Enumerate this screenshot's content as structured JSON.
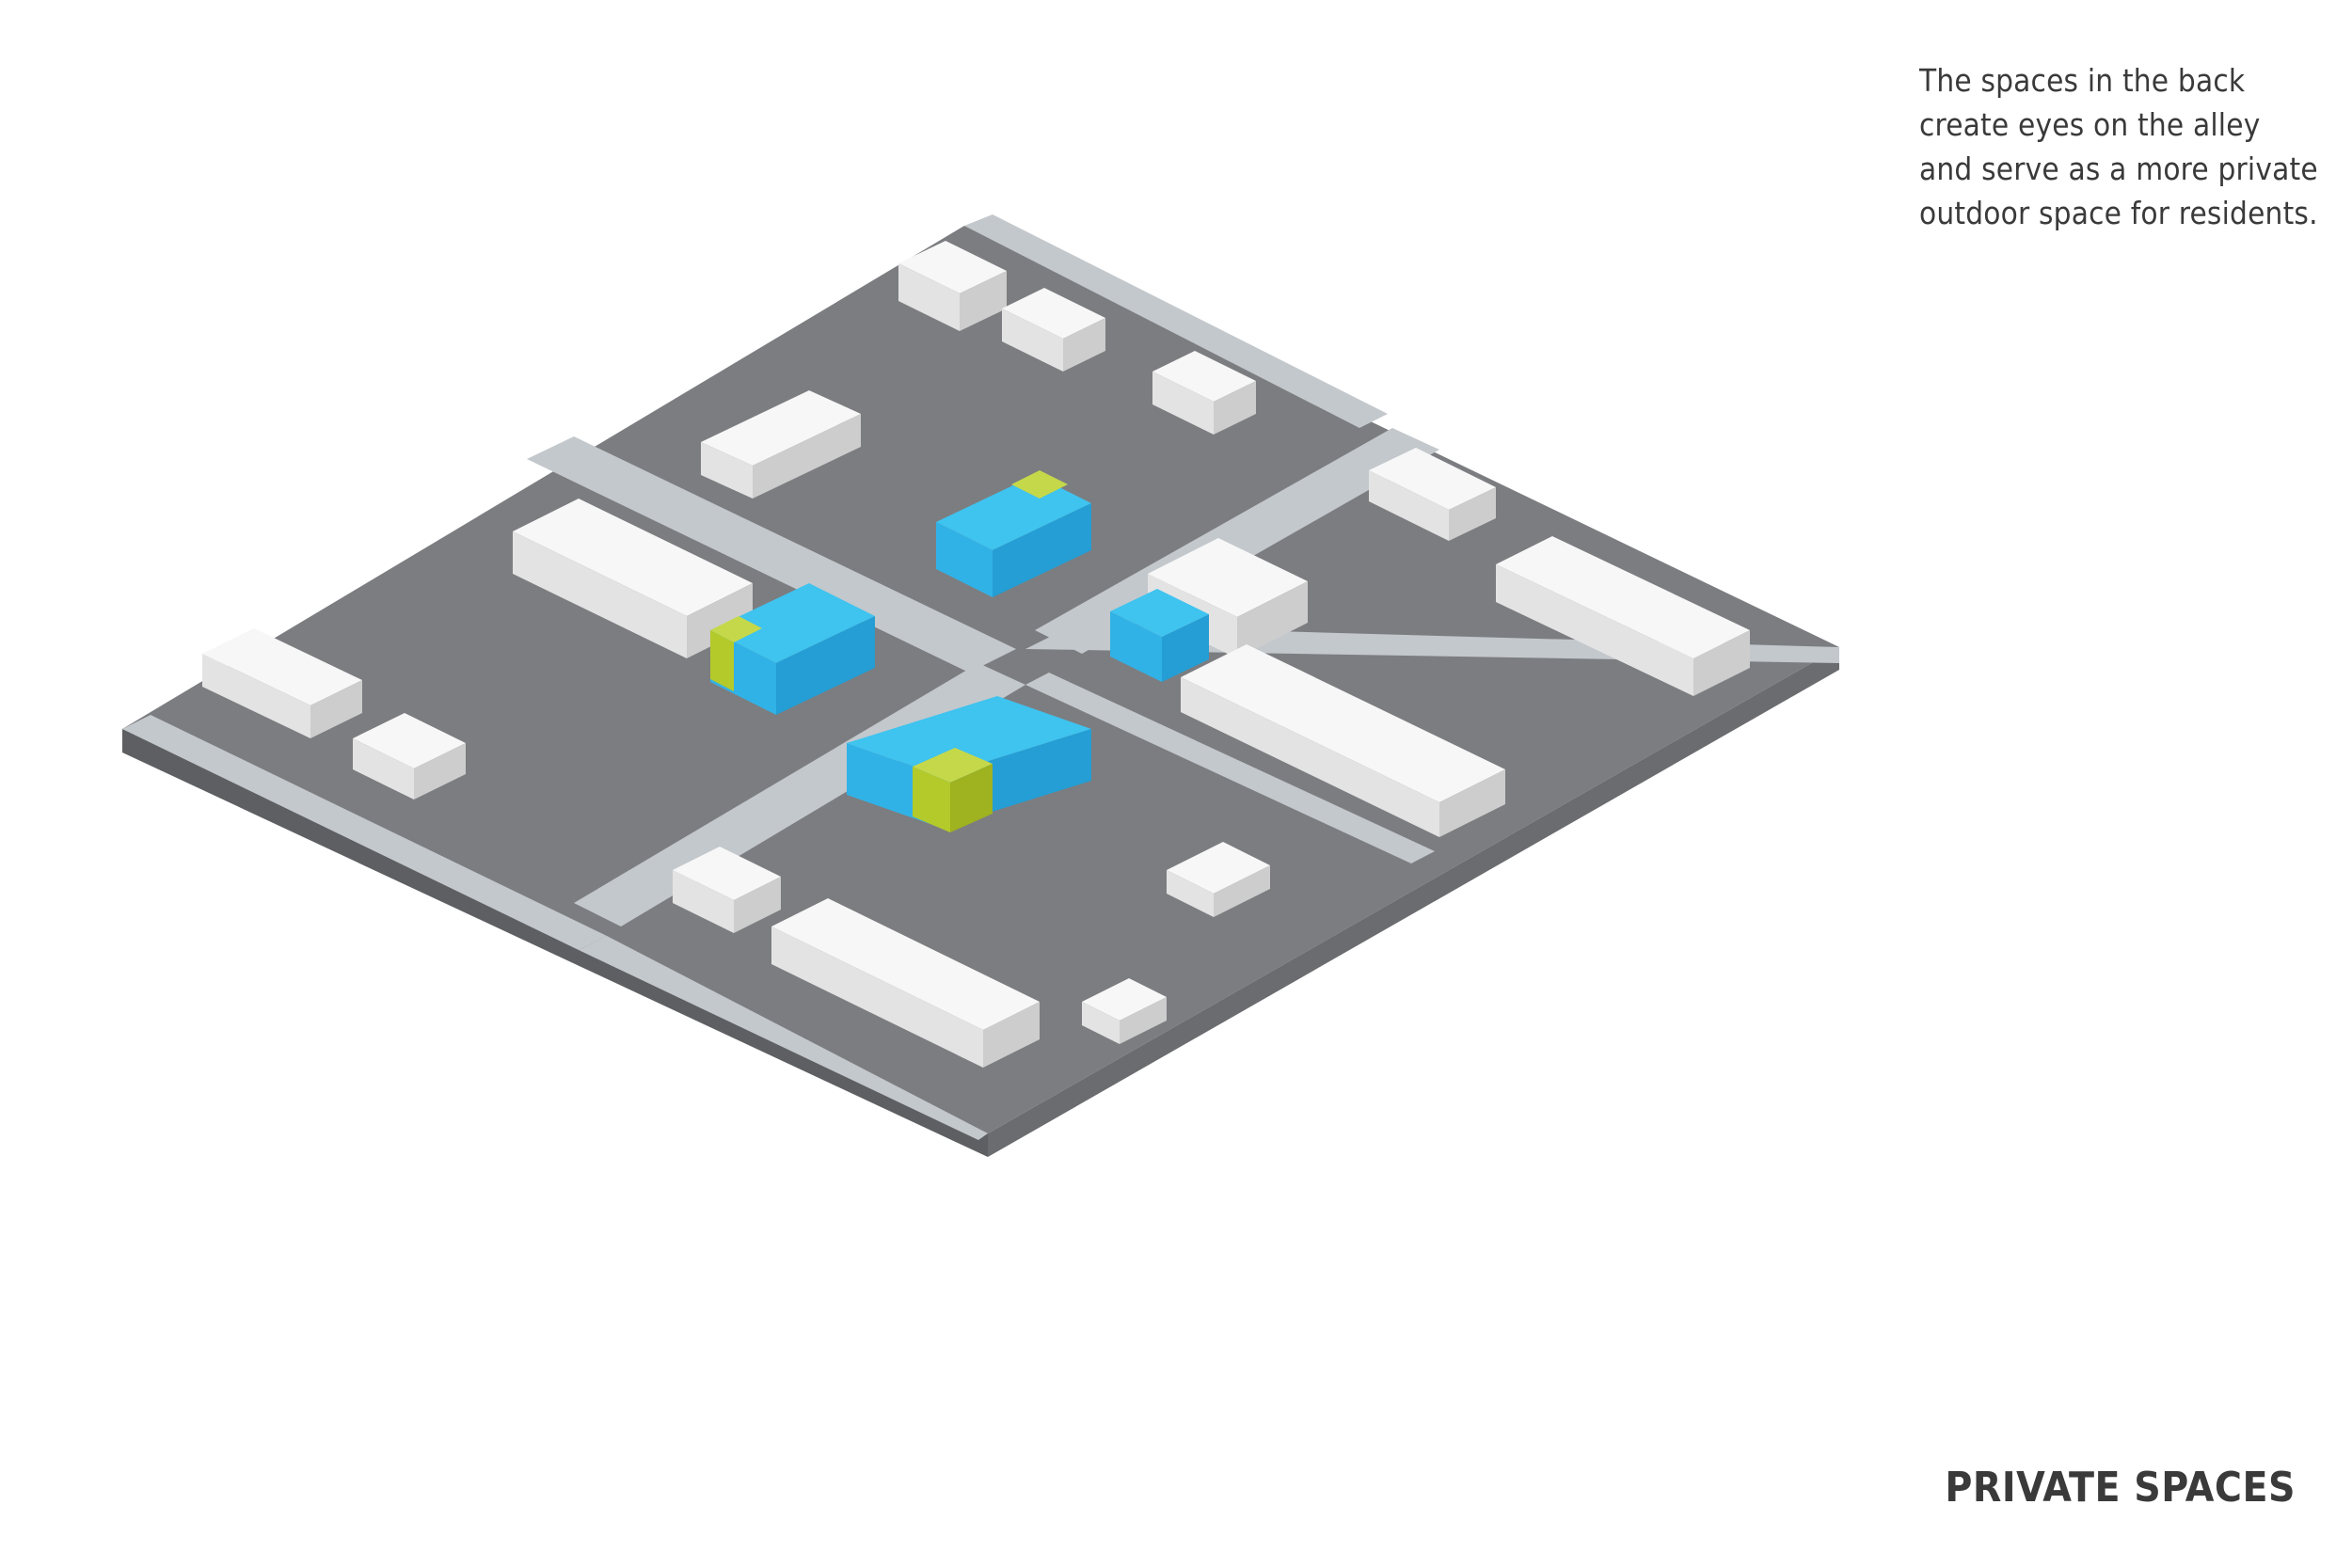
{
  "caption": {
    "lines": [
      "The spaces in the back",
      "create eyes on the alley",
      "and serve as a more private",
      "outdoor space for residents."
    ]
  },
  "title": "PRIVATE SPACES",
  "colors": {
    "ground": "#7c7d80",
    "ground_side": "#5e5f62",
    "street": "#c3c8cc",
    "building_top": "#f7f7f7",
    "building_left": "#e3e3e3",
    "building_right": "#cdcdcd",
    "proposed_top": "#3fc3ef",
    "proposed_left": "#31b2e6",
    "proposed_right": "#249ed4",
    "private_space_top": "#c5d84a",
    "private_space_left": "#b4ca2b",
    "private_space_right": "#9fb21f"
  },
  "icons": [
    "isometric-site-model"
  ]
}
